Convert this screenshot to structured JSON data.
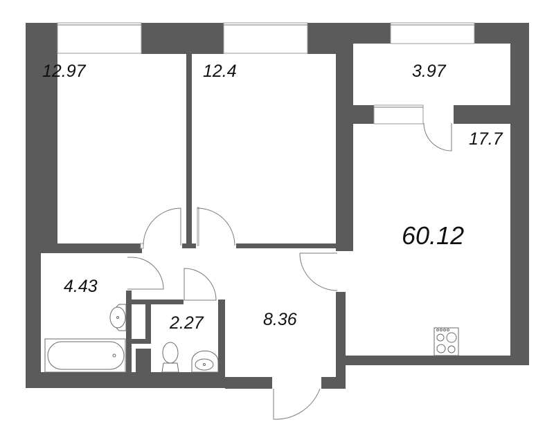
{
  "plan": {
    "total_area": "60.12",
    "colors": {
      "wall": "#5b5b5b",
      "background": "#ffffff",
      "text": "#111111"
    },
    "rooms": [
      {
        "id": "bedroom-1",
        "area": "12.97"
      },
      {
        "id": "bedroom-2",
        "area": "12.4"
      },
      {
        "id": "balcony",
        "area": "3.97"
      },
      {
        "id": "living-kitchen",
        "area": "17.7"
      },
      {
        "id": "bathroom",
        "area": "4.43"
      },
      {
        "id": "toilet",
        "area": "2.27"
      },
      {
        "id": "hallway",
        "area": "8.36"
      }
    ],
    "fixtures": [
      "bathtub",
      "washbasin",
      "toilet",
      "small-washbasin",
      "stove"
    ]
  }
}
